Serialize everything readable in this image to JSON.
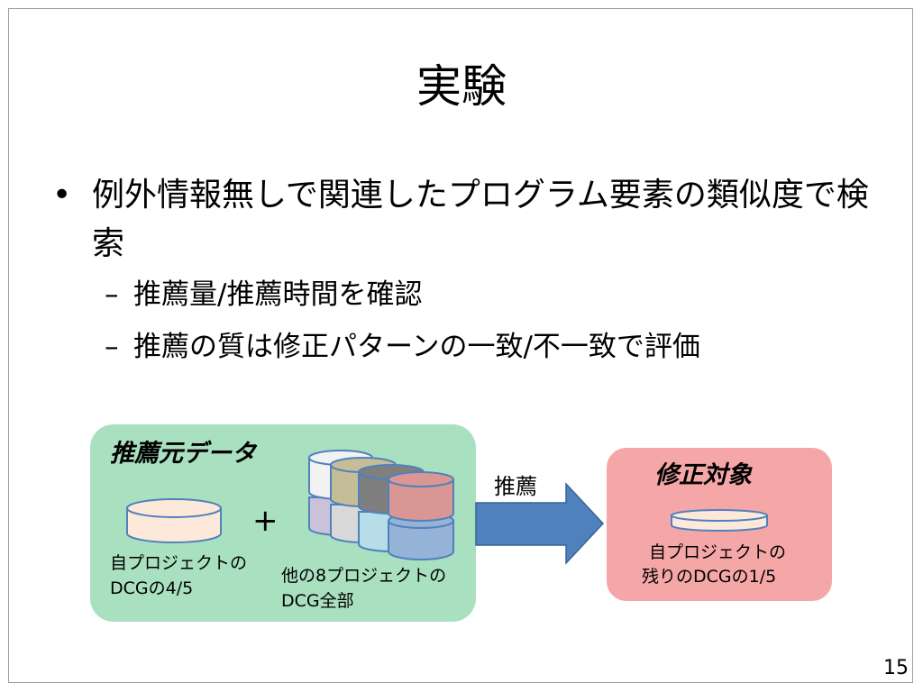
{
  "slide": {
    "title": "実験",
    "bullet_marker": "•",
    "dash_marker": "–",
    "bullets": [
      {
        "text": "例外情報無しで関連したプログラム要素の類似度で検索"
      },
      {
        "text": "推薦量/推薦時間を確認"
      },
      {
        "text": "推薦の質は修正パターンの一致/不一致で評価"
      }
    ],
    "page_number": "15"
  },
  "diagram": {
    "source_label": "推薦元データ",
    "own_project_line1": "自プロジェクトの",
    "own_project_line2": "DCGの4/5",
    "plus": "+",
    "others_line1": "他の8プロジェクトの",
    "others_line2": "DCG全部",
    "arrow_label": "推薦",
    "target_label": "修正対象",
    "target_line1": "自プロジェクトの",
    "target_line2": "残りのDCGの1/5",
    "colors": {
      "source_bg": "#a9e0c0",
      "target_bg": "#f5a7a7",
      "arrow": "#4f81bd",
      "disk_own": "#fde9d9",
      "disk_white": "#f2f2f2",
      "disk_olive": "#c4bd97",
      "disk_gray": "#7f7f7f",
      "disk_rose": "#d99694",
      "disk_lavender": "#ccc1da",
      "disk_lightgray": "#d9d9d9",
      "disk_lightblue": "#b7dee8",
      "disk_blue": "#95b3d7"
    }
  }
}
